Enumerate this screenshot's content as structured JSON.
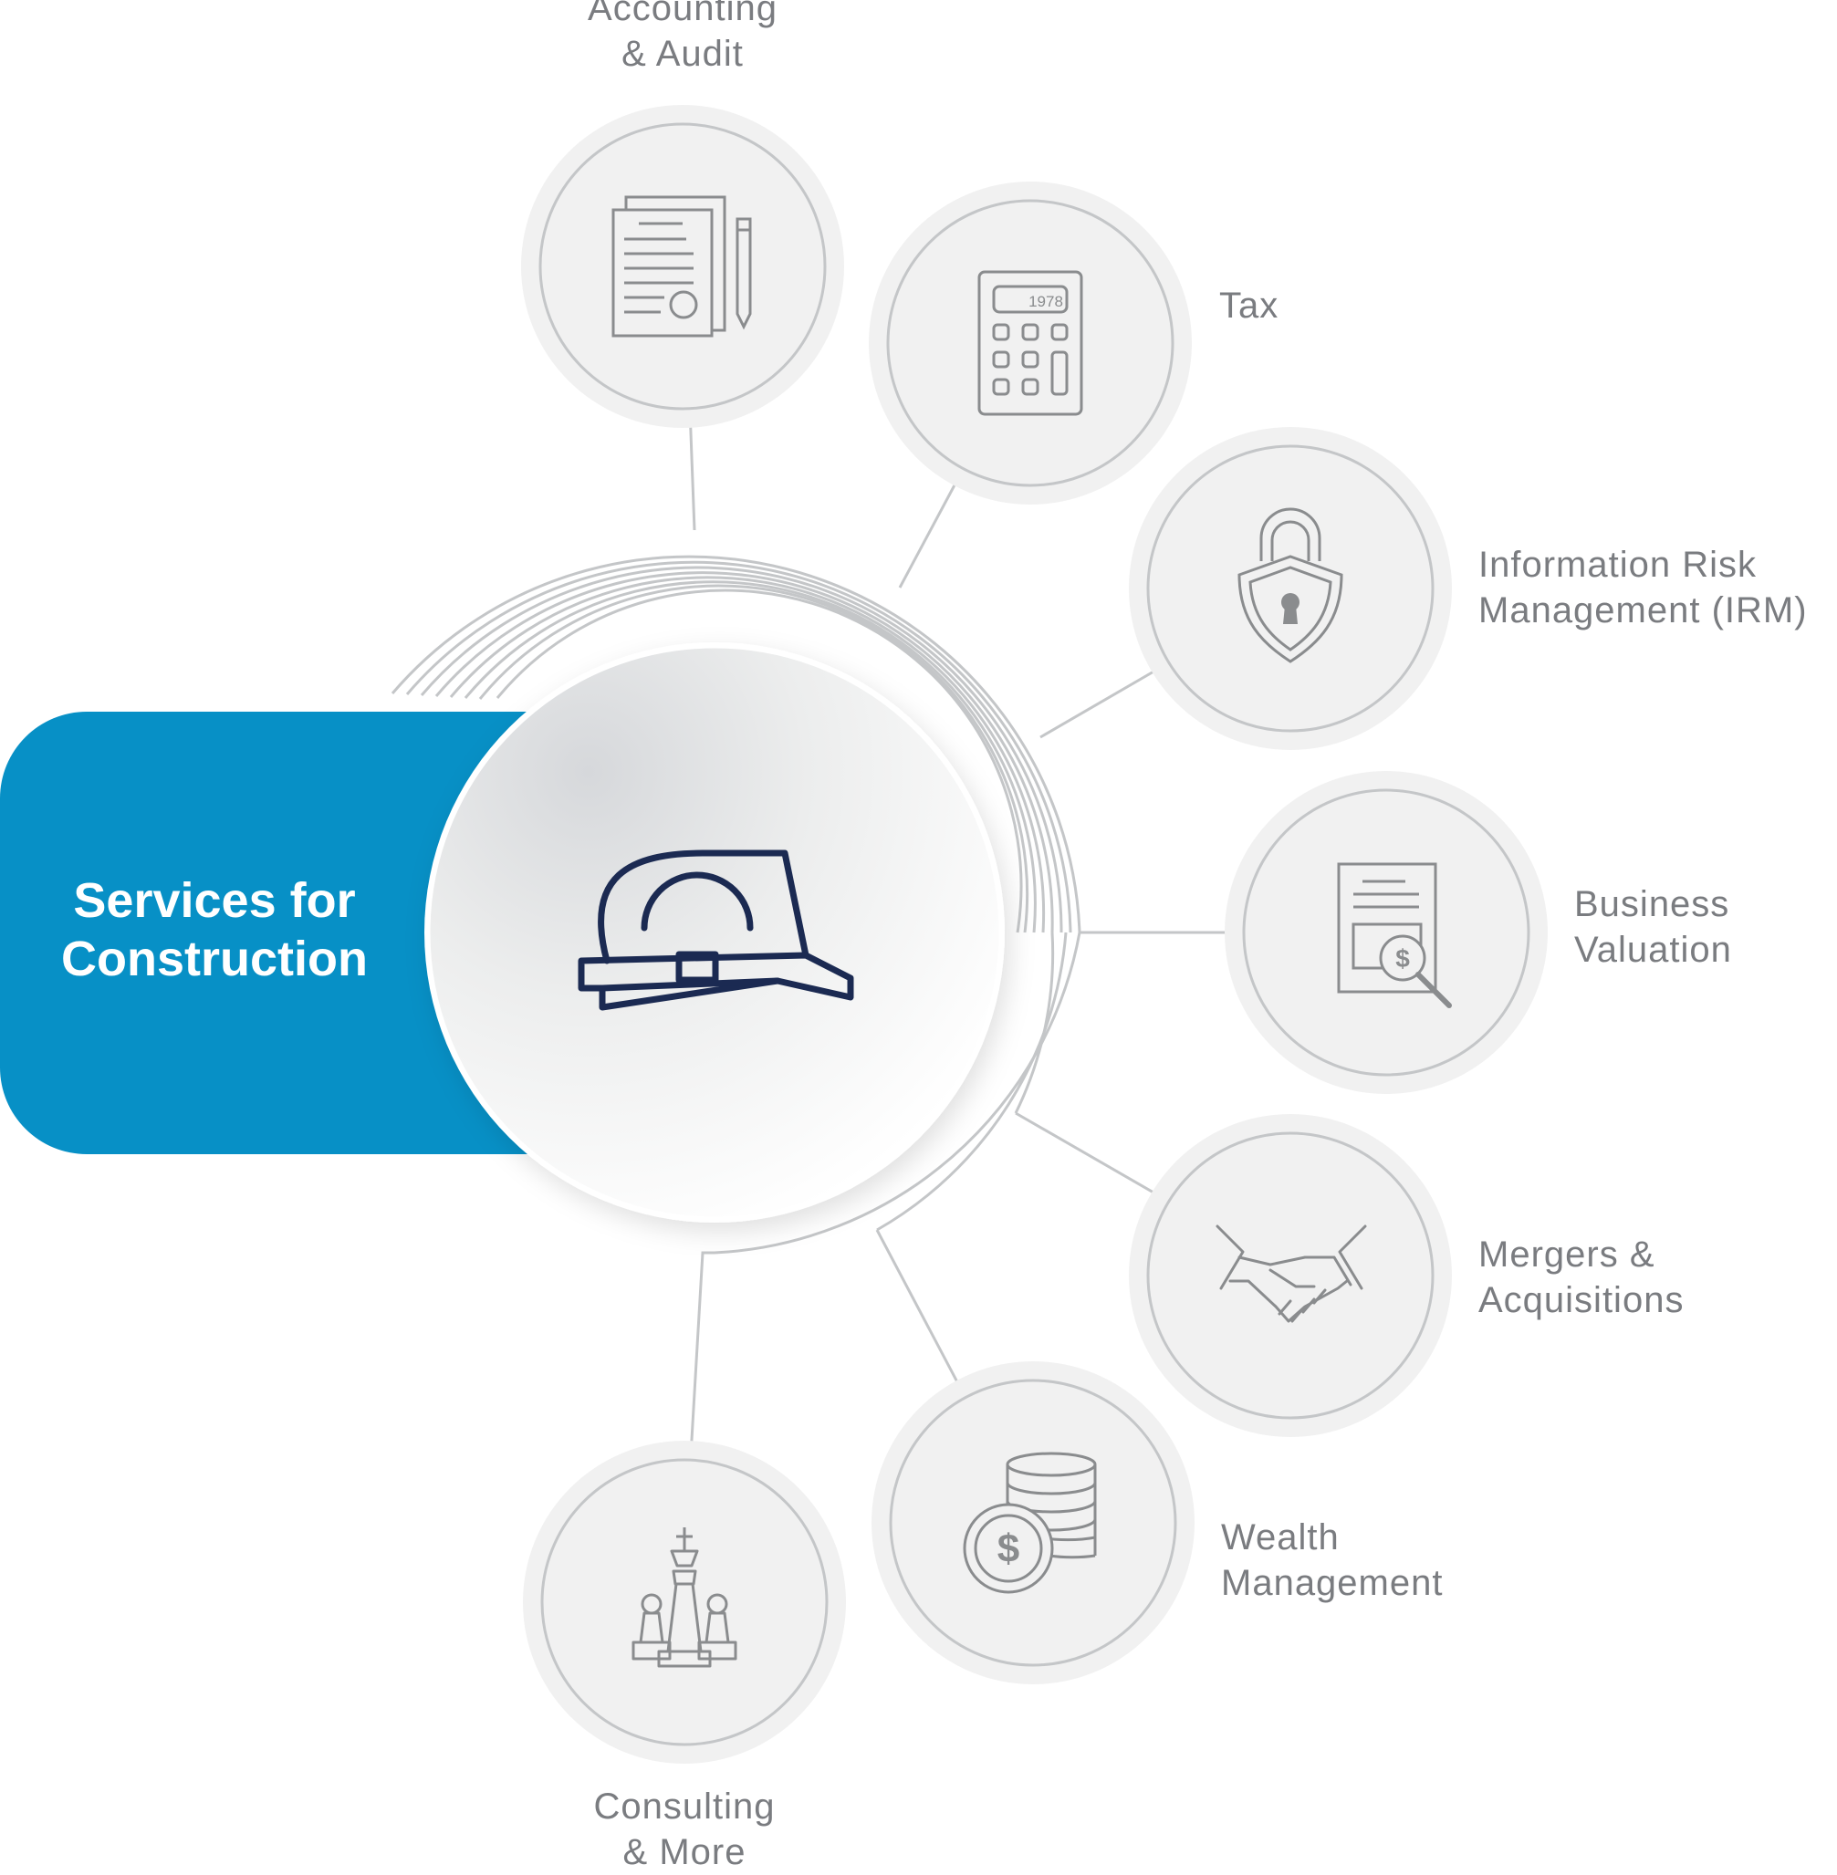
{
  "center": {
    "line1": "Services for",
    "line2": "Construction",
    "icon": "hard-hat-icon"
  },
  "services": [
    {
      "id": "accounting-audit",
      "line1": "Accounting",
      "line2": "& Audit",
      "icon": "documents-pencil-icon"
    },
    {
      "id": "tax",
      "line1": "Tax",
      "line2": "",
      "icon": "calculator-icon",
      "icon_text": "1978"
    },
    {
      "id": "irm",
      "line1": "Information Risk",
      "line2": "Management (IRM)",
      "icon": "padlock-shield-icon"
    },
    {
      "id": "business-valuation",
      "line1": "Business",
      "line2": "Valuation",
      "icon": "report-magnifier-icon"
    },
    {
      "id": "mergers-acquisitions",
      "line1": "Mergers &",
      "line2": "Acquisitions",
      "icon": "handshake-icon"
    },
    {
      "id": "wealth-management",
      "line1": "Wealth",
      "line2": "Management",
      "icon": "coin-stack-icon"
    },
    {
      "id": "consulting-more",
      "line1": "Consulting",
      "line2": "& More",
      "icon": "chess-pieces-icon"
    }
  ],
  "colors": {
    "accent": "#0790c6",
    "hat": "#1b2a52",
    "line": "#c4c6c8",
    "icon": "#8a8c8e",
    "text": "#7a7c80",
    "node_fill": "#f1f1f1"
  }
}
